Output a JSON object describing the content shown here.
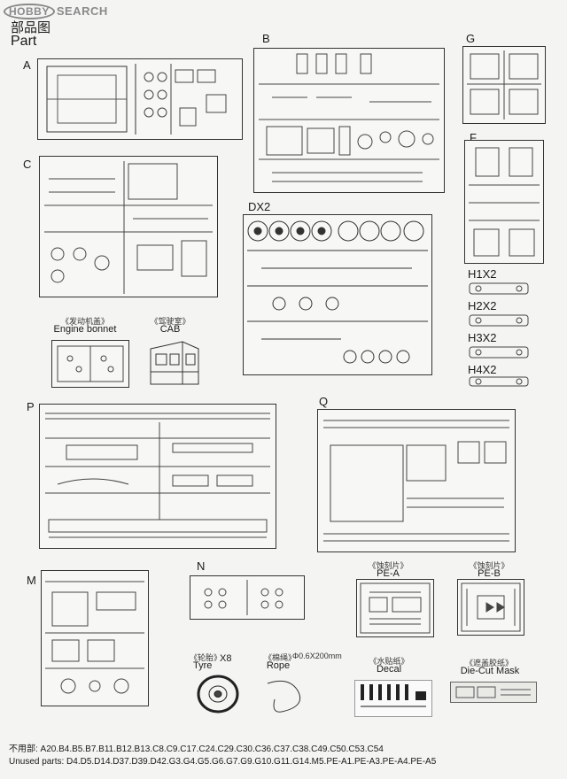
{
  "watermark": {
    "logo": "HOBBY",
    "text": "SEARCH"
  },
  "title": {
    "cn": "部品图",
    "en": "Part"
  },
  "sprues": {
    "A": "A",
    "B": "B",
    "G": "G",
    "C": "C",
    "F": "F",
    "DX2": "DX2",
    "P": "P",
    "Q": "Q",
    "M": "M",
    "N": "N"
  },
  "h_parts": [
    "H1X2",
    "H2X2",
    "H3X2",
    "H4X2"
  ],
  "items": {
    "engine_bonnet": {
      "cn": "《发动机盖》",
      "en": "Engine bonnet"
    },
    "cab": {
      "cn": "《驾驶室》",
      "en": "CAB"
    },
    "pe_a": {
      "cn": "《蚀刻片》",
      "en": "PE-A"
    },
    "pe_b": {
      "cn": "《蚀刻片》",
      "en": "PE-B"
    },
    "tyre": {
      "cn": "《轮胎》",
      "en": "Tyre",
      "qty": "X8"
    },
    "rope": {
      "cn": "《棉绳》",
      "en": "Rope",
      "spec": "Φ0.6X200mm"
    },
    "decal": {
      "cn": "《水贴纸》",
      "en": "Decal"
    },
    "mask": {
      "cn": "《遮盖胶纸》",
      "en": "Die-Cut Mask"
    }
  },
  "unused": {
    "cn": "不用部: A20.B4.B5.B7.B11.B12.B13.C8.C9.C17.C24.C29.C30.C36.C37.C38.C49.C50.C53.C54",
    "en": "Unused parts: D4.D5.D14.D37.D39.D42.G3.G4.G5.G6.G7.G9.G10.G11.G14.M5.PE-A1.PE-A3.PE-A4.PE-A5"
  }
}
